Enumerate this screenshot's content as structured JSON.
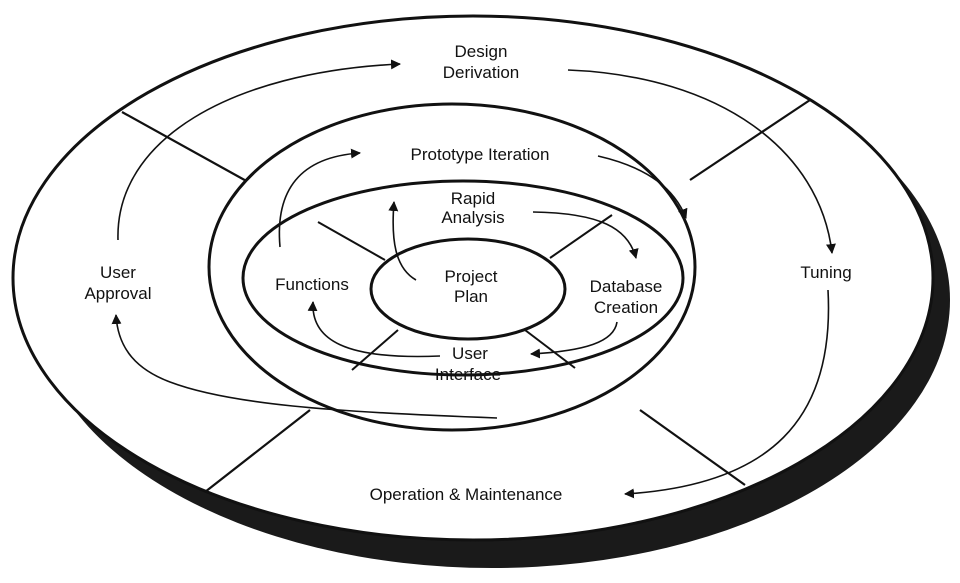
{
  "diagram": {
    "colors": {
      "ink": "#111111",
      "shadow": "#1a1a1a",
      "paper": "#ffffff"
    },
    "rings": {
      "outer": [
        "Design",
        "Derivation",
        "Tuning",
        "Operation & Maintenance",
        "User",
        "Approval"
      ],
      "middle": "Prototype Iteration",
      "inner": [
        "Rapid",
        "Analysis",
        "Database",
        "Creation",
        "User",
        "Interface",
        "Functions"
      ],
      "center": [
        "Project",
        "Plan"
      ]
    }
  }
}
